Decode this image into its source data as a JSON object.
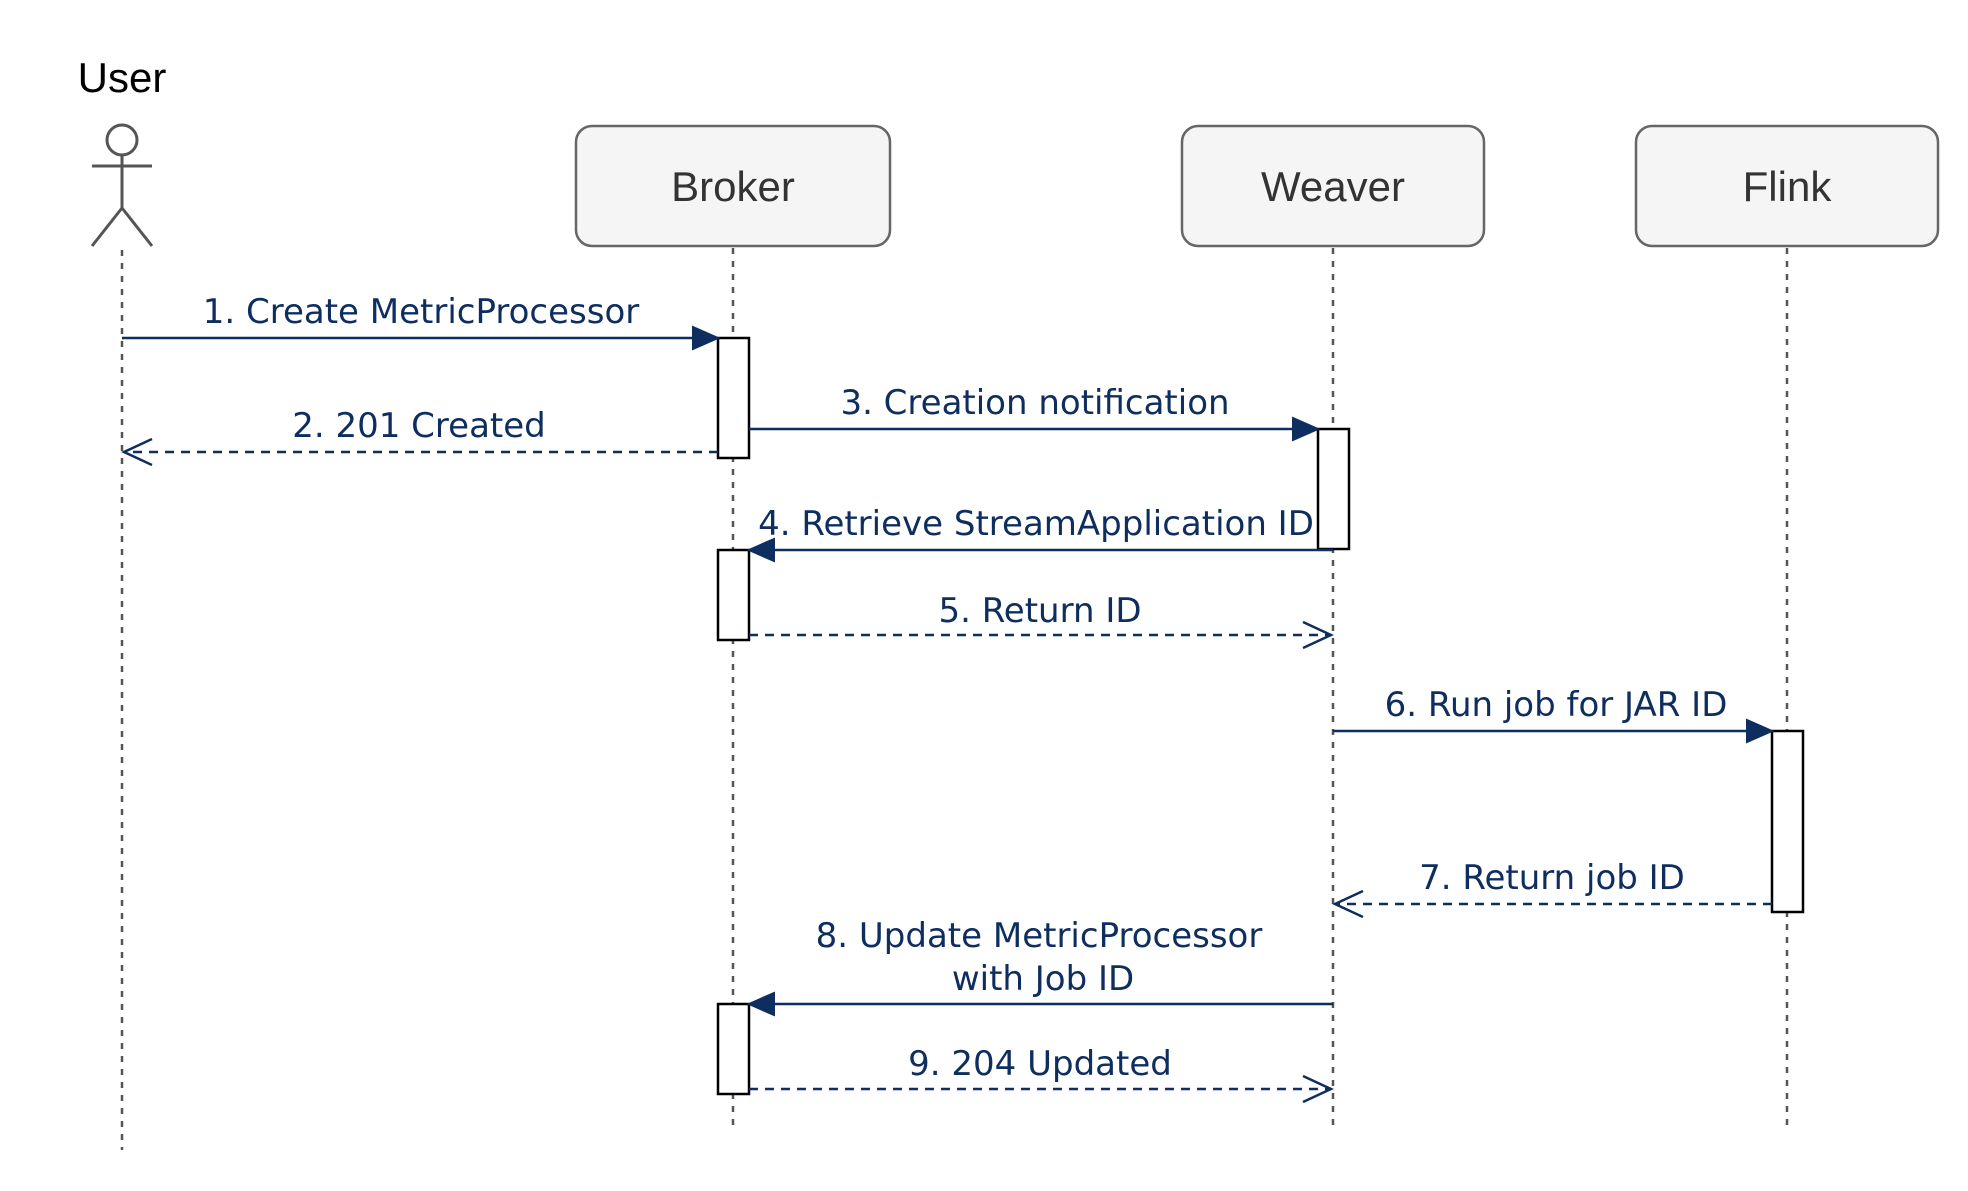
{
  "actor": {
    "label": "User"
  },
  "participants": [
    {
      "label": "Broker"
    },
    {
      "label": "Weaver"
    },
    {
      "label": "Flink"
    }
  ],
  "messages": [
    {
      "label": "1. Create MetricProcessor",
      "style": "sync"
    },
    {
      "label": "2. 201 Created",
      "style": "return"
    },
    {
      "label": "3. Creation notification",
      "style": "sync"
    },
    {
      "label": "4. Retrieve StreamApplication ID",
      "style": "sync"
    },
    {
      "label": "5. Return ID",
      "style": "return"
    },
    {
      "label": "6. Run job for JAR ID",
      "style": "sync"
    },
    {
      "label": "7. Return job ID",
      "style": "return"
    },
    {
      "label": "8. Update MetricProcessor",
      "label_line2": "with Job ID",
      "style": "sync"
    },
    {
      "label": "9. 204 Updated",
      "style": "return"
    }
  ],
  "colors": {
    "message": "#0f2e60",
    "box_fill": "#f5f5f5",
    "box_stroke": "#666666",
    "lifeline": "#555555"
  }
}
